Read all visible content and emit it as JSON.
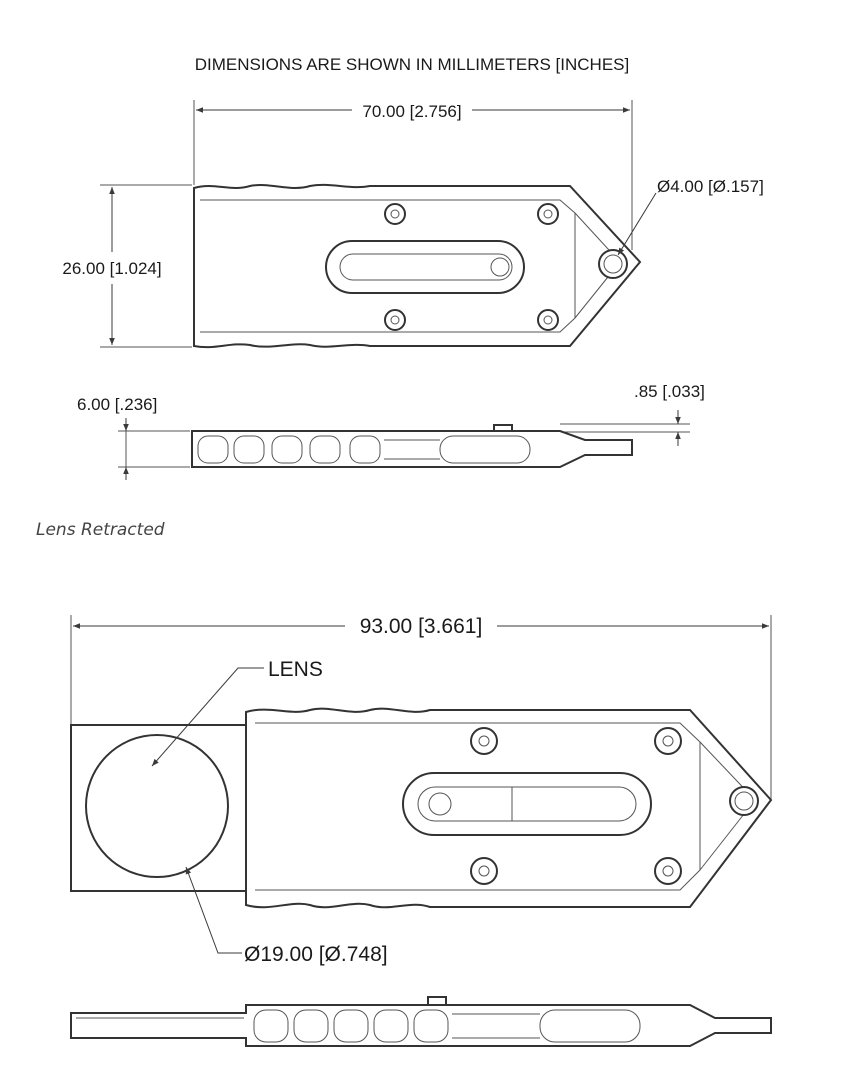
{
  "note": "DIMENSIONS ARE SHOWN IN MILLIMETERS [INCHES]",
  "caption": "Lens Retracted",
  "retracted": {
    "length": "70.00 [2.756]",
    "width": "26.00 [1.024]",
    "hole": "Ø4.00 [Ø.157]",
    "thickness": "6.00 [.236]",
    "step": ".85 [.033]"
  },
  "extended": {
    "length": "93.00 [3.661]",
    "lens_label": "LENS",
    "lens_diameter": "Ø19.00 [Ø.748]"
  }
}
